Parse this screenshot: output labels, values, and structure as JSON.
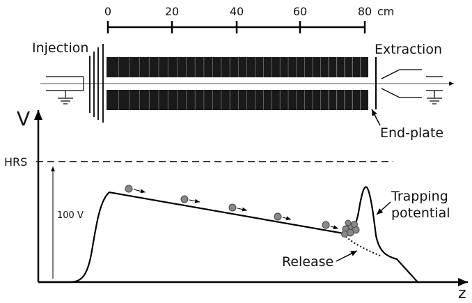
{
  "scale": {
    "ticks": [
      "0",
      "20",
      "40",
      "60",
      "80"
    ],
    "unit": "cm"
  },
  "labels": {
    "injection": "Injection",
    "extraction": "Extraction",
    "end_plate": "End-plate",
    "v_axis": "V",
    "z_axis": "z",
    "hrs": "HRS",
    "voltage": "100 V",
    "trapping": "Trapping",
    "potential": "potential",
    "release": "Release"
  },
  "colors": {
    "electrode": "#1a1a1a",
    "ion": "#888888",
    "line": "#000000"
  }
}
